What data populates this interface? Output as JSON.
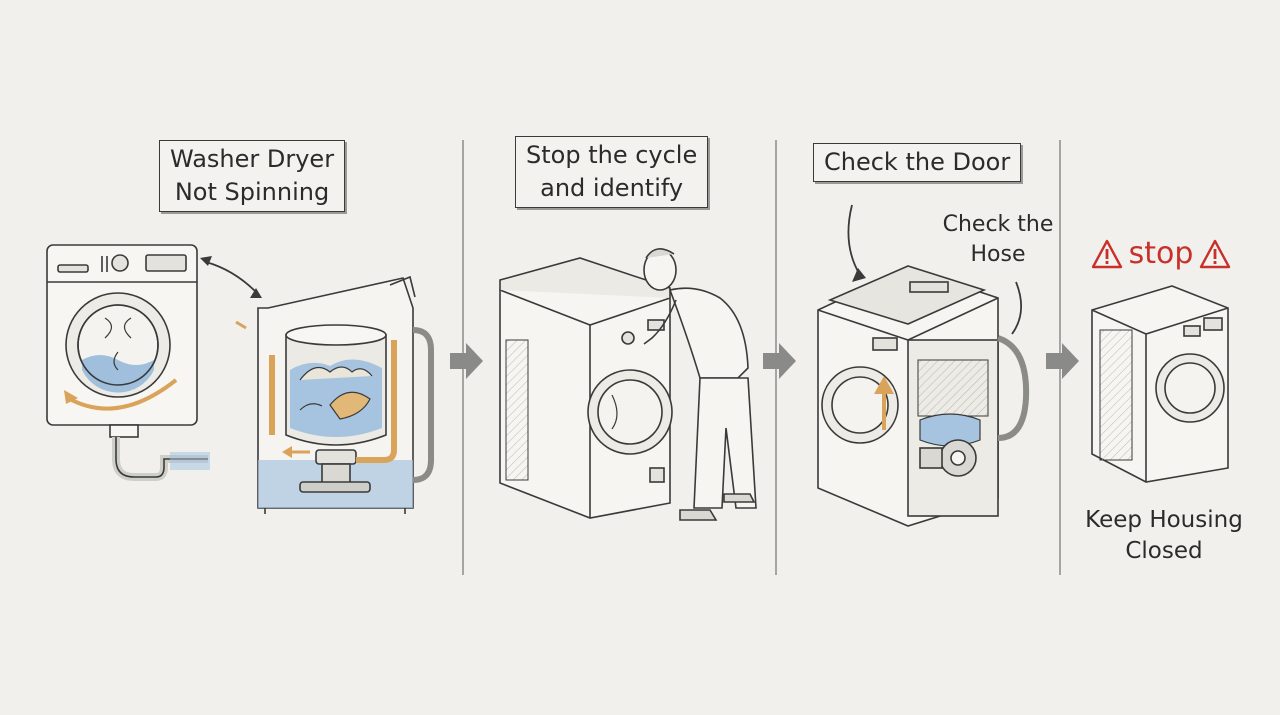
{
  "steps": [
    {
      "title": "Washer Dryer\nNot Spinning"
    },
    {
      "title": "Stop the cycle\nand identify"
    },
    {
      "title": "Check the Door",
      "note": "Check the\nHose"
    },
    {
      "warning": "stop",
      "caption": "Keep Housing\nClosed"
    }
  ],
  "colors": {
    "background": "#f1f0ec",
    "ink": "#3a3a3a",
    "accent_orange": "#d9a35a",
    "water_blue": "#8fb3d6",
    "warning_red": "#c8312b",
    "arrow_gray": "#8a8a88"
  }
}
